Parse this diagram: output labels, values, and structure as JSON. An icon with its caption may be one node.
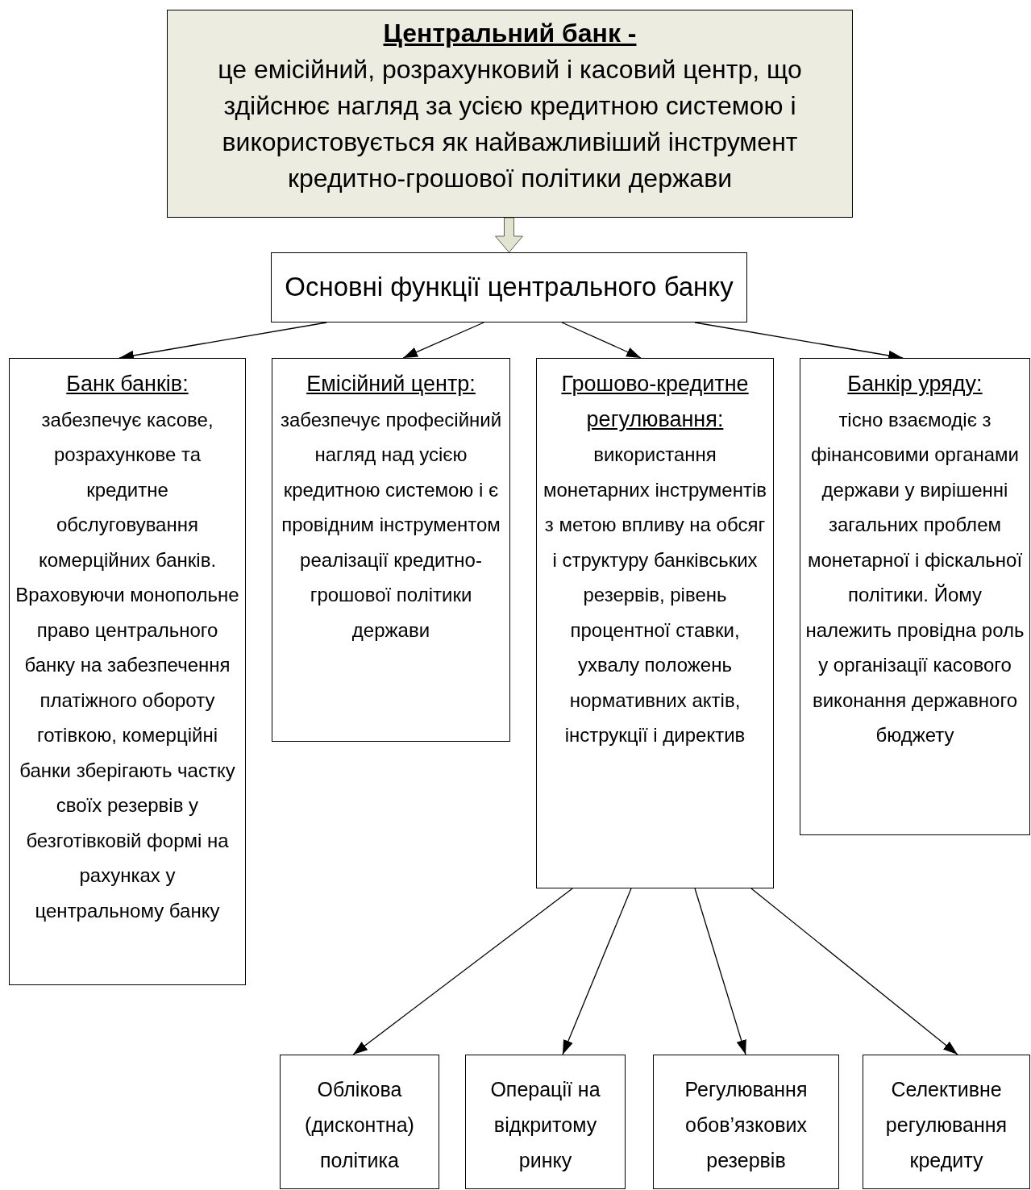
{
  "diagram": {
    "nodes": [
      {
        "text": [
          "Центральний банк -",
          "це емісійний, розрахунковий і касовий центр, що здійснює нагляд за усією кредитною системою і використовується як найважливіший інструмент кредитно-грошової політики держави"
        ]
      },
      {
        "text": [
          "Основні функції центрального банку"
        ]
      },
      {
        "text": [
          "Банк банків:",
          "забезпечує касове, розрахункове та кредитне обслуговування комерційних банків. Враховуючи монопольне право центрального банку на забезпечення платіжного обороту готівкою, комерційні банки зберігають частку своїх резервів у безготівковій формі на рахунках у центральному банку"
        ]
      },
      {
        "text": [
          "Емісійний центр:",
          "забезпечує професійний нагляд над усією кредитною системою і є провідним інструментом реалізації кредитно-грошової політики держави"
        ]
      },
      {
        "text": [
          "Грошово-кредитне регулювання:",
          "використання монетарних інструментів з метою впливу на обсяг і структуру банківських резервів, рівень процентної ставки, ухвалу положень нормативних актів, інструкції і директив"
        ]
      },
      {
        "text": [
          "Банкір уряду:",
          "тісно взаємодіє з фінансовими органами держави у вирішенні загальних проблем монетарної і фіскальної політики. Йому належить провідна роль у організації касового виконання державного бюджету"
        ]
      },
      {
        "text": [
          "Облікова (дисконтна) політика"
        ]
      },
      {
        "text": [
          "Операції на відкритому ринку"
        ]
      },
      {
        "text": [
          "Регулювання обов’язкових резервів"
        ]
      },
      {
        "text": [
          "Селективне регулювання кредиту"
        ]
      }
    ],
    "edges": [
      {
        "from": 0,
        "to": 1,
        "arrow": "to",
        "style": "thick"
      },
      {
        "from": 1,
        "to": 2,
        "arrow": "to"
      },
      {
        "from": 1,
        "to": 3,
        "arrow": "to"
      },
      {
        "from": 1,
        "to": 4,
        "arrow": "to"
      },
      {
        "from": 1,
        "to": 5,
        "arrow": "to"
      },
      {
        "from": 4,
        "to": 6,
        "arrow": "to"
      },
      {
        "from": 4,
        "to": 7,
        "arrow": "to"
      },
      {
        "from": 4,
        "to": 8,
        "arrow": "to"
      },
      {
        "from": 4,
        "to": 9,
        "arrow": "to"
      }
    ]
  }
}
